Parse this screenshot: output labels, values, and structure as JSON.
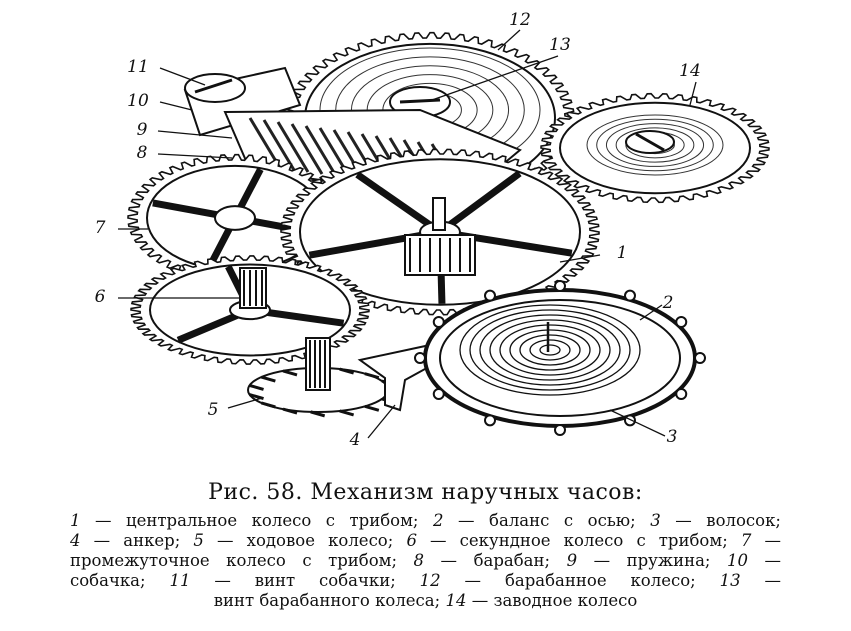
{
  "labels": [
    "1",
    "2",
    "3",
    "4",
    "5",
    "6",
    "7",
    "8",
    "9",
    "10",
    "11",
    "12",
    "13",
    "14"
  ],
  "caption": {
    "title": "Рис. 58. Механизм наручных часов:",
    "legend": [
      {
        "n": "1",
        "text": "центральное колесо с трибом;"
      },
      {
        "n": "2",
        "text": "баланс с осью;"
      },
      {
        "n": "3",
        "text": "волосок;"
      },
      {
        "n": "4",
        "text": "анкер;"
      },
      {
        "n": "5",
        "text": "ходовое колесо;"
      },
      {
        "n": "6",
        "text": "секундное колесо с трибом;"
      },
      {
        "n": "7",
        "text": "промежуточное колесо с трибом;"
      },
      {
        "n": "8",
        "text": "барабан;"
      },
      {
        "n": "9",
        "text": "пружина;"
      },
      {
        "n": "10",
        "text": "собачка;"
      },
      {
        "n": "11",
        "text": "винт собачки;"
      },
      {
        "n": "12",
        "text": "барабанное колесо;"
      },
      {
        "n": "13",
        "text": "винт барабанного колеса;"
      },
      {
        "n": "14",
        "text": "заводное колесо"
      }
    ]
  }
}
